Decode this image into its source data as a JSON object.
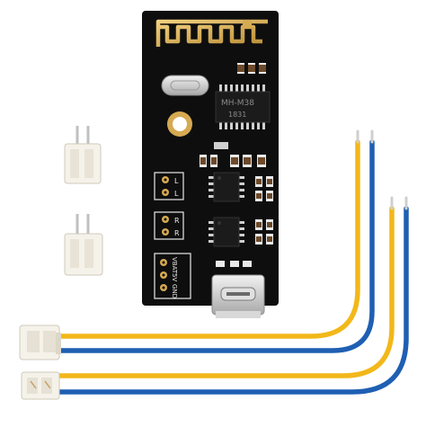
{
  "board": {
    "module_label": "MH-M38",
    "module_code": "1831",
    "left_channel": [
      "L",
      "L"
    ],
    "right_channel": [
      "R",
      "R"
    ],
    "power_pins": [
      "VBAT",
      "5V",
      "GND"
    ]
  },
  "colors": {
    "pcb": "#0e0e0e",
    "silkscreen": "#e9e9e9",
    "gold": "#d6aa52",
    "wire_yellow": "#f2b81a",
    "wire_blue": "#1f5fb3",
    "connector": "#f5f2ea"
  }
}
